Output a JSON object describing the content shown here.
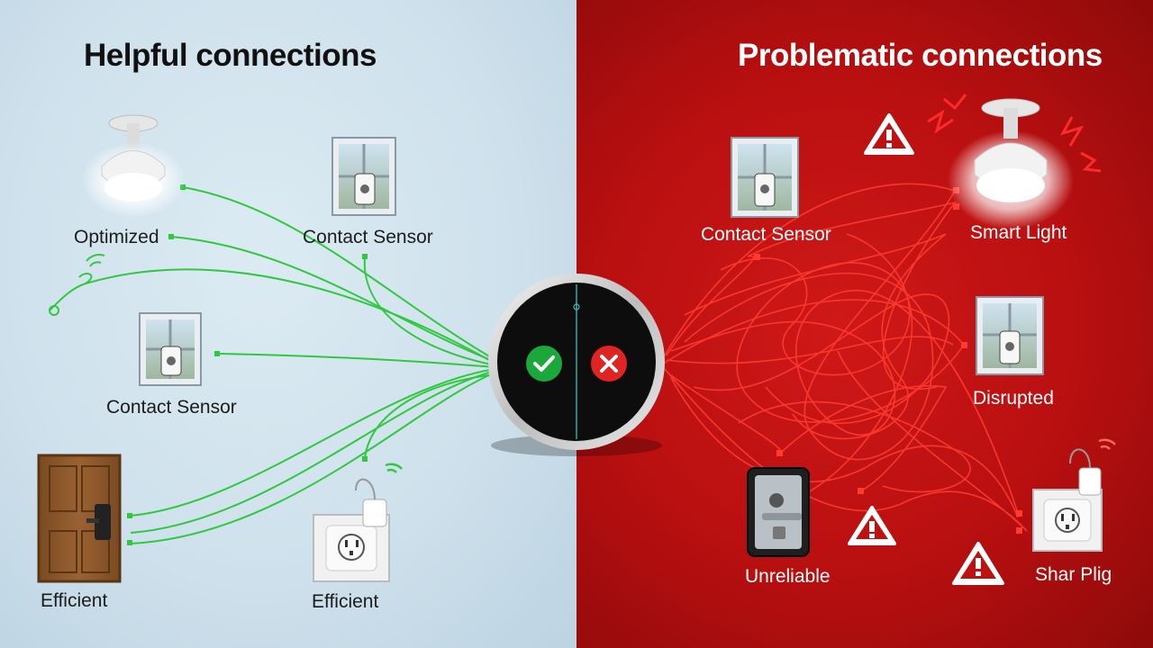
{
  "left": {
    "title": "Helpful connections",
    "labels": {
      "light": "Optimized",
      "window_top": "Contact Sensor",
      "window_mid": "Contact Sensor",
      "door": "Efficient",
      "plug": "Efficient"
    }
  },
  "right": {
    "title": "Problematic connections",
    "labels": {
      "window_top": "Contact Sensor",
      "light": "Smart Light",
      "window_mid": "Disrupted",
      "lock": "Unreliable",
      "plug": "Shar Plig"
    }
  },
  "hub": {
    "good_icon": "check-icon",
    "bad_icon": "cross-icon"
  },
  "colors": {
    "good_line": "#2fc93f",
    "bad_line": "#ff3b30",
    "left_bg": "#cfe1ec",
    "right_bg": "#b80f10",
    "check": "#1aa83a",
    "cross": "#e02424"
  }
}
